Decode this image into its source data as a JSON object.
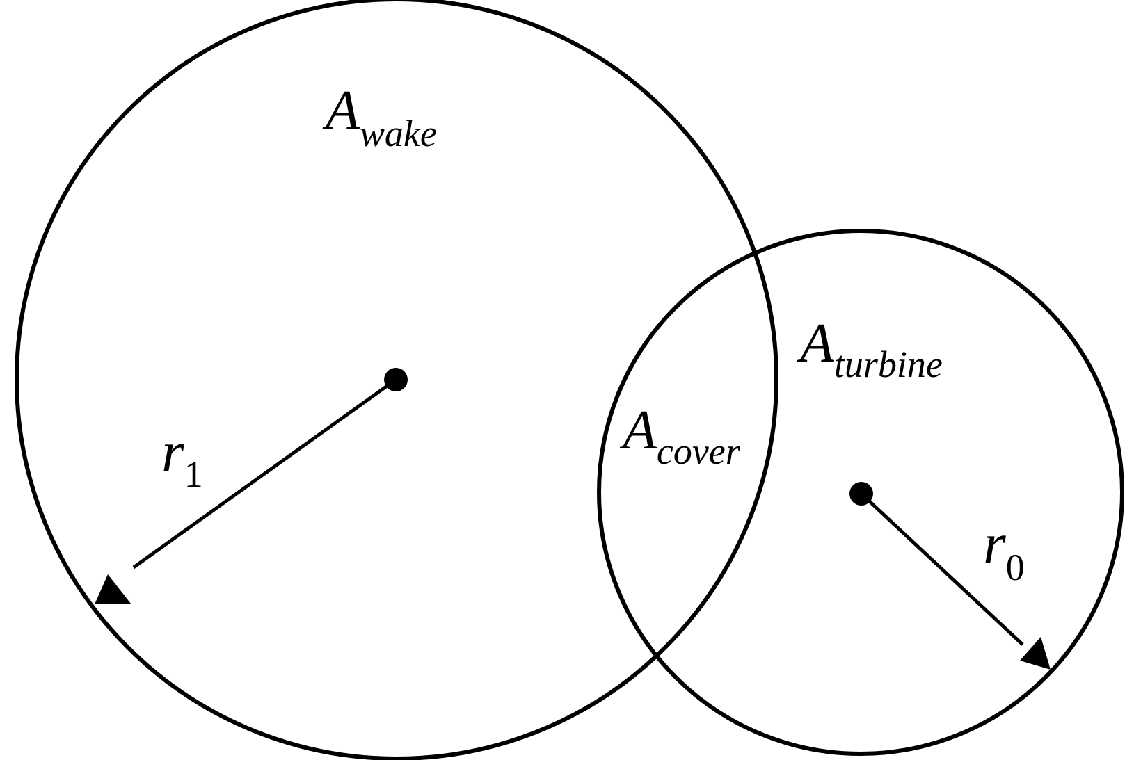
{
  "labels": {
    "wake": {
      "main": "A",
      "sub": "wake"
    },
    "turbine": {
      "main": "A",
      "sub": "turbine"
    },
    "cover": {
      "main": "A",
      "sub": "cover"
    },
    "r1": {
      "main": "r",
      "sub": "1"
    },
    "r0": {
      "main": "r",
      "sub": "0"
    }
  },
  "colors": {
    "stroke": "#000000",
    "background": "#ffffff"
  }
}
